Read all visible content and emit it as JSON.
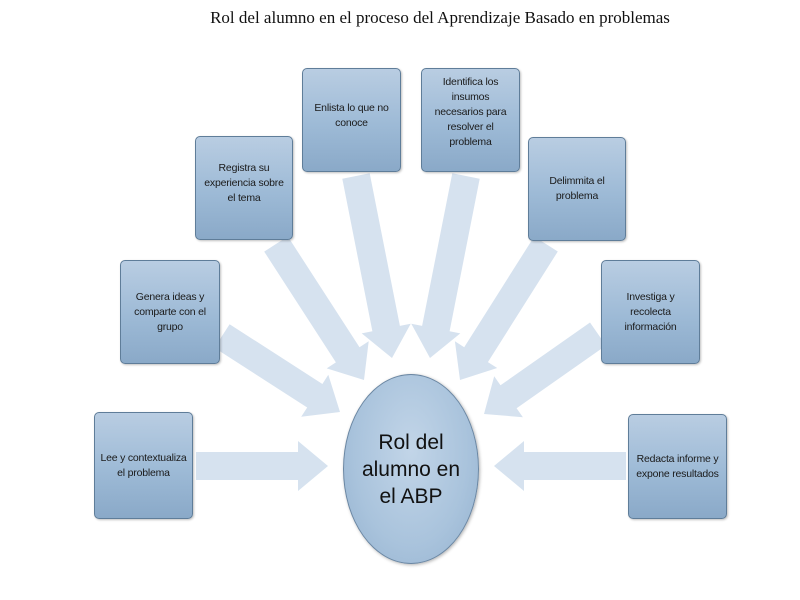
{
  "title": "Rol del alumno en el proceso del Aprendizaje Basado en problemas",
  "center": "Rol del alumno en el ABP",
  "nodes": [
    {
      "label": "Lee y contextualiza el problema"
    },
    {
      "label": "Genera ideas y comparte con el grupo"
    },
    {
      "label": "Registra su experiencia sobre el tema"
    },
    {
      "label": "Enlista lo que no conoce"
    },
    {
      "label": "Identifica los insumos necesarios para resolver el problema"
    },
    {
      "label": "Delimmita el problema"
    },
    {
      "label": "Investiga y recolecta información"
    },
    {
      "label": "Redacta informe y expone resultados"
    }
  ],
  "colors": {
    "box_fill": "#9dbad6",
    "box_border": "#5f7d99",
    "arrow_fill": "#d6e2ef",
    "circle_fill": "#a9c3dc"
  }
}
